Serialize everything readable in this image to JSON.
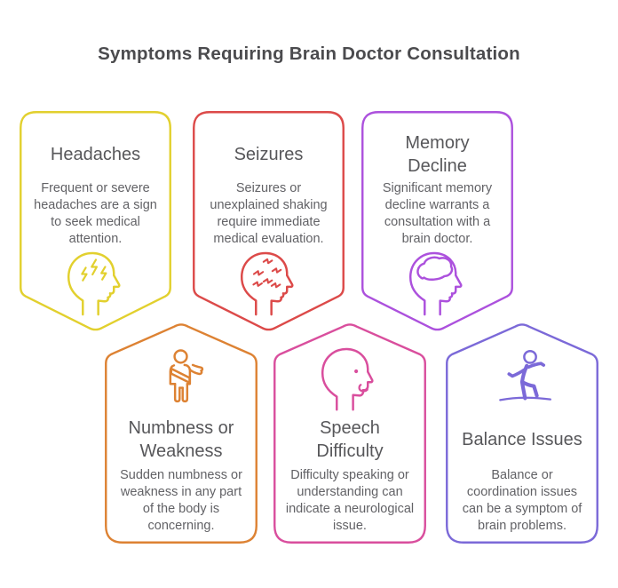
{
  "page": {
    "title": "Symptoms Requiring Brain Doctor Consultation"
  },
  "colors": {
    "title_text": "#4b4b4e",
    "card_title_text": "#57575a",
    "card_body_text": "#626266"
  },
  "cards": [
    {
      "title": "Headaches",
      "description": "Frequent or severe headaches are a sign to seek medical attention.",
      "color": "#e2d02e",
      "icon": "head-lightning-icon",
      "row": "top"
    },
    {
      "title": "Seizures",
      "description": "Seizures or unexplained shaking require immediate medical evaluation.",
      "color": "#dc4a49",
      "icon": "head-seizure-icon",
      "row": "top"
    },
    {
      "title": "Memory Decline",
      "description": "Significant memory decline warrants a consultation with a brain doctor.",
      "color": "#ac51dd",
      "icon": "head-brain-icon",
      "row": "top"
    },
    {
      "title": "Numbness or Weakness",
      "description": "Sudden numbness or weakness in any part of the body is concerning.",
      "color": "#dd8233",
      "icon": "person-arm-sling-icon",
      "row": "bottom"
    },
    {
      "title": "Speech Difficulty",
      "description": "Difficulty speaking or understanding can indicate a neurological issue.",
      "color": "#d94e9d",
      "icon": "head-speech-icon",
      "row": "bottom"
    },
    {
      "title": "Balance Issues",
      "description": "Balance or coordination issues can be a symptom of brain problems.",
      "color": "#7b69d8",
      "icon": "person-balance-icon",
      "row": "bottom"
    }
  ]
}
